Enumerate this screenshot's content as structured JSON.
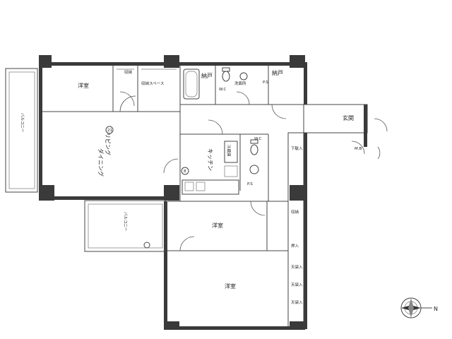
{
  "rooms": {
    "washitsu_nw": "洋室",
    "washitsu_mid": "洋室",
    "washitsu_se": "洋室",
    "living": "リビング",
    "dining": "ダイニング",
    "kitchen": "キッチン",
    "storage": "納戸",
    "storage_big": "納戸",
    "entrance": "玄関",
    "wc_top": "W.C",
    "washroom": "洗面所",
    "wc_mid": "W.C",
    "balcony_left": "バルコニー",
    "balcony_bottom": "バルコニー",
    "closet_space": "収納スペース"
  },
  "labels": {
    "ps_top": "P.S",
    "ps_mid": "P.S",
    "mb": "M.B",
    "shunou": "収納",
    "kutsu": "下駄入",
    "oshiire": "押入",
    "tenbukuro": "天袋入",
    "refrigerator": "冷蔵庫",
    "circle_living": "21",
    "circle_kitchen": "8"
  },
  "compass": {
    "north": "N"
  }
}
